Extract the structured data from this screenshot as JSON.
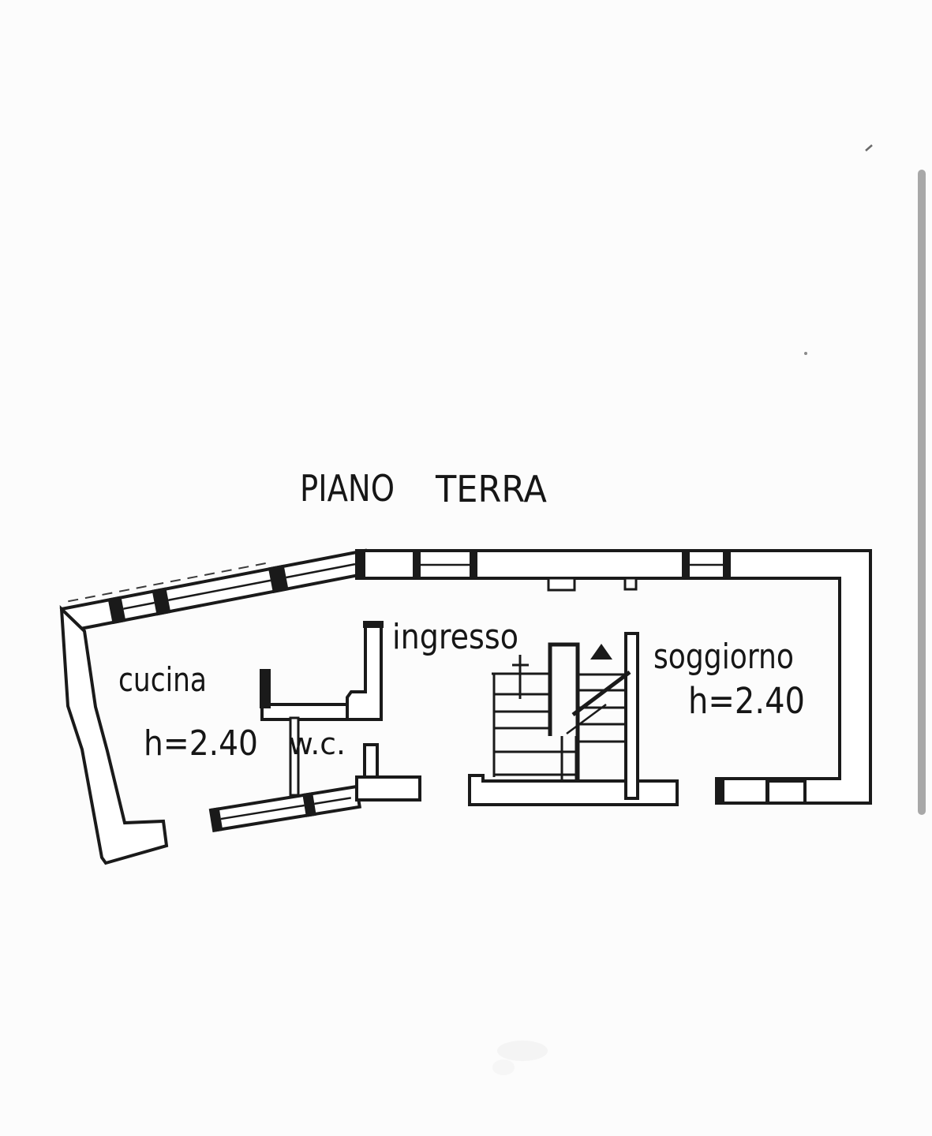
{
  "document": {
    "type": "scanned floor plan",
    "language": "Italian"
  },
  "title": {
    "word1": "PIANO",
    "word2": "TERRA"
  },
  "floor_plan": {
    "rooms": [
      {
        "id": "cucina",
        "label": "cucina",
        "height_note": "h=2.40"
      },
      {
        "id": "wc",
        "label": "w.c."
      },
      {
        "id": "ingresso",
        "label": "ingresso"
      },
      {
        "id": "soggiorno",
        "label": "soggiorno",
        "height_note": "h=2.40"
      }
    ],
    "features": [
      "staircase",
      "windows",
      "door-openings"
    ]
  },
  "icons": {
    "stair_direction": "up-arrow-triangle",
    "stair_break": "diagonal-section-line",
    "stair_start": "cross-mark"
  },
  "colors": {
    "ink": "#1a1a1a",
    "paper": "#fcfcfc",
    "scrollbar": "#a8a8a8"
  }
}
